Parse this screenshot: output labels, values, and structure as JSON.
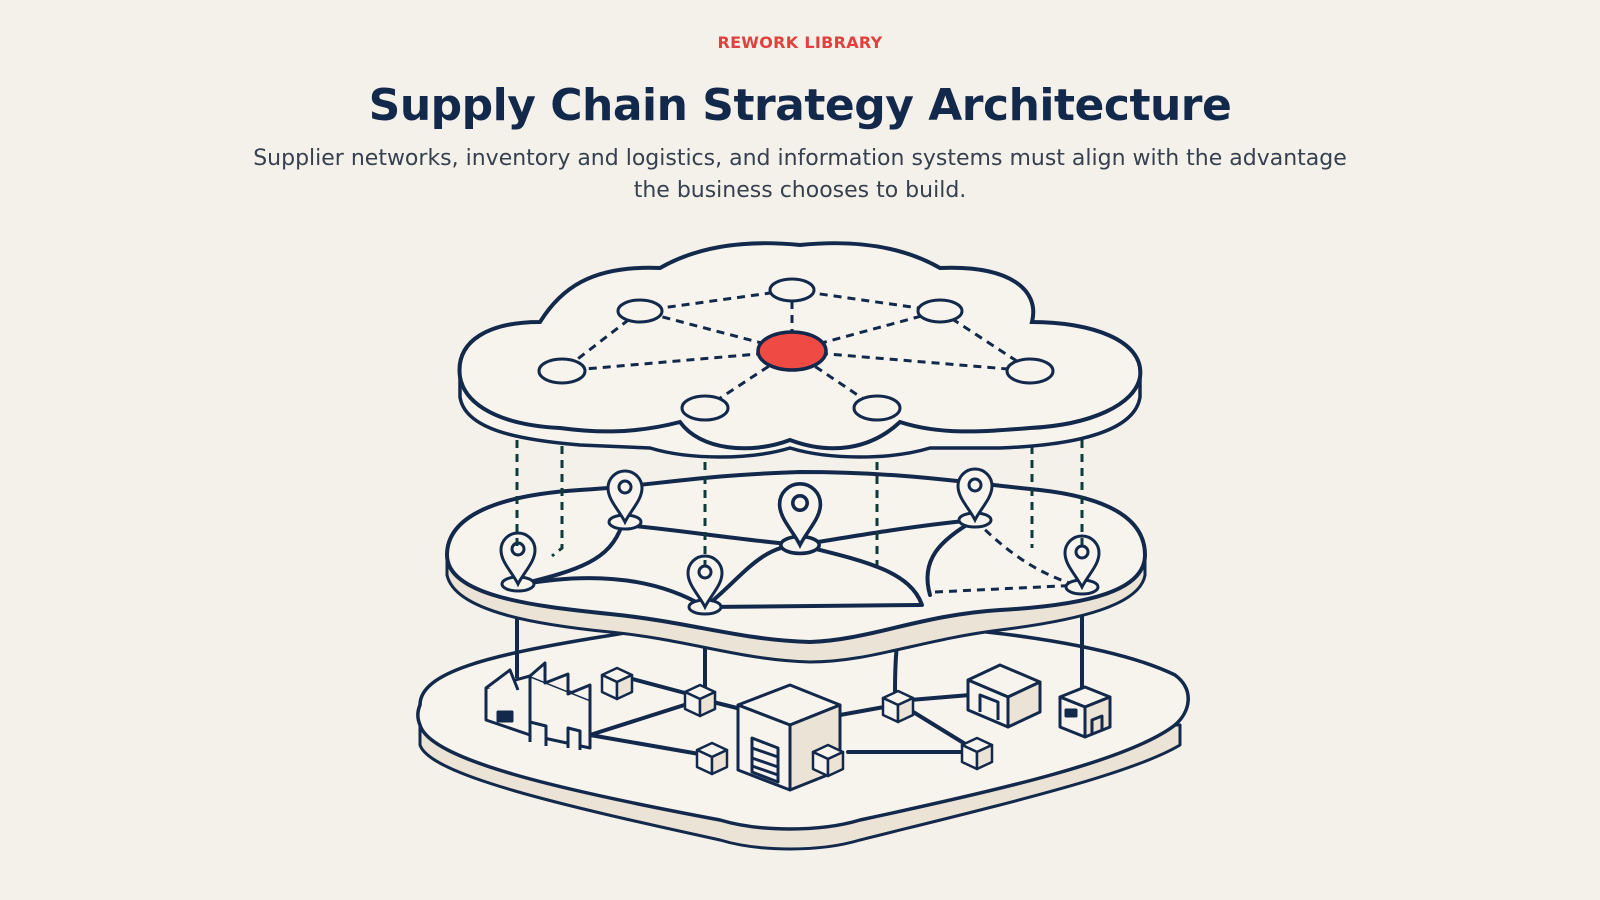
{
  "header": {
    "eyebrow": "REWORK LIBRARY",
    "title": "Supply Chain Strategy Architecture",
    "subtitle": "Supplier networks, inventory and logistics, and information systems must align with the advantage the business chooses to build."
  },
  "colors": {
    "background": "#f4f1ea",
    "eyebrow": "#e0413f",
    "title": "#13294b",
    "outline": "#13294b",
    "platform_fill": "#f7f4ee",
    "platform_edge": "#e7dfd1",
    "hub": "#f04a45"
  },
  "illustration": {
    "layers": [
      "information-systems-cloud",
      "logistics-network",
      "supplier-base"
    ],
    "icons": [
      "cloud-platform",
      "network-hub",
      "map-pin-icon",
      "factory-icon",
      "warehouse-icon",
      "box-icon"
    ]
  }
}
